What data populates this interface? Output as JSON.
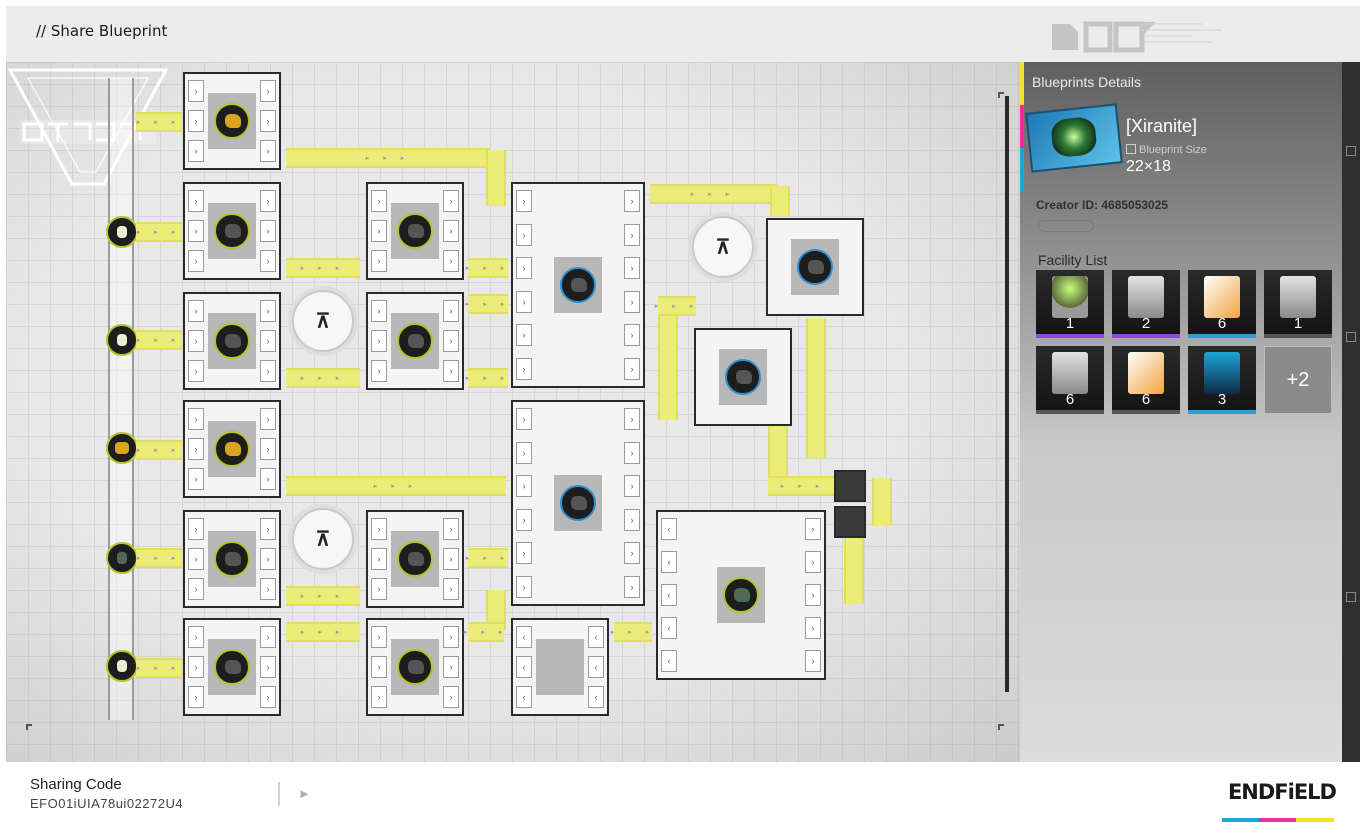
{
  "header": {
    "title": "// Share Blueprint"
  },
  "details": {
    "heading": "Blueprints Details",
    "name": "[Xiranite]",
    "size_label": "Blueprint Size",
    "size": "22×18",
    "creator": "Creator ID: 4685053025"
  },
  "facilities": {
    "heading": "Facility List",
    "items": [
      {
        "icon": "refinery-icon",
        "count": "1",
        "rarity": "purple",
        "tone": "green"
      },
      {
        "icon": "furnace-icon",
        "count": "2",
        "rarity": "purple",
        "tone": "grey"
      },
      {
        "icon": "packer-icon",
        "count": "6",
        "rarity": "blue",
        "tone": "orange"
      },
      {
        "icon": "storage-icon",
        "count": "1",
        "rarity": "none",
        "tone": "grey"
      },
      {
        "icon": "tower-icon",
        "count": "6",
        "rarity": "none",
        "tone": "grey"
      },
      {
        "icon": "crusher-icon",
        "count": "6",
        "rarity": "none",
        "tone": "orange"
      },
      {
        "icon": "relay-icon",
        "count": "3",
        "rarity": "blue",
        "tone": "cyan"
      }
    ],
    "more": "+2"
  },
  "footer": {
    "code_label": "Sharing Code",
    "code_value": "EFO01iUIA78ui02272U4",
    "brand": "ENDFiELD"
  }
}
